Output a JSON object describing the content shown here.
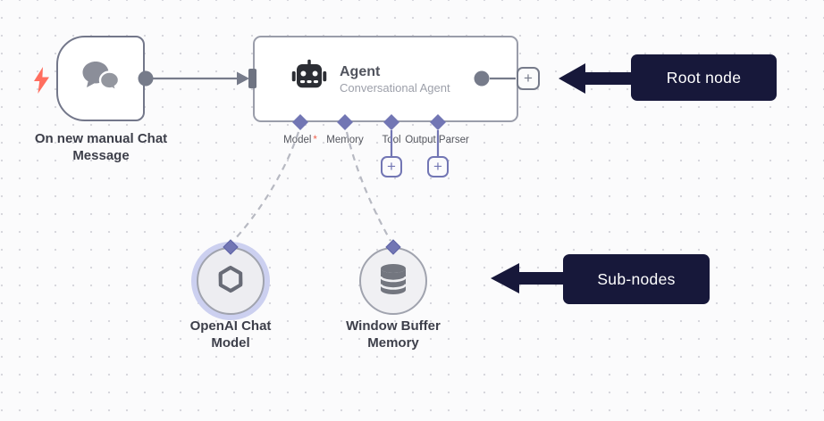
{
  "workflow": {
    "trigger_node": {
      "name_line1": "On new manual Chat",
      "name_line2": "Message",
      "icon": "chat-bubbles",
      "trigger_icon": "lightning-bolt"
    },
    "agent_node": {
      "title": "Agent",
      "subtitle": "Conversational Agent",
      "icon": "robot",
      "ports": [
        {
          "label": "Model",
          "required": "*"
        },
        {
          "label": "Memory",
          "required": ""
        },
        {
          "label": "Tool",
          "required": ""
        },
        {
          "label": "Output Parser",
          "required": ""
        }
      ]
    },
    "openai_node": {
      "name_line1": "OpenAI Chat",
      "name_line2": "Model",
      "icon": "openai-logo"
    },
    "memory_node": {
      "name_line1": "Window Buffer",
      "name_line2": "Memory",
      "icon": "database"
    },
    "plus_label": "+"
  },
  "annotations": {
    "root_node_label": "Root node",
    "sub_nodes_label": "Sub-nodes"
  },
  "colors": {
    "canvas_bg": "#fbfbfc",
    "grid_dot": "#d7d7dd",
    "trigger_border": "#73778a",
    "agent_border": "#9a9daa",
    "wire_gray": "#767b8a",
    "port_purple": "#7276b4",
    "dashed_gray": "#b7b9c2",
    "annotation_bg": "#17183a",
    "annotation_text": "#ffffff",
    "bolt_red": "#ff6e5f",
    "required_red": "#ef604e",
    "node_label_text": "#3d3f4a",
    "agent_subtitle_text": "#9da0aa",
    "openai_halo": "#ccd0f0"
  }
}
